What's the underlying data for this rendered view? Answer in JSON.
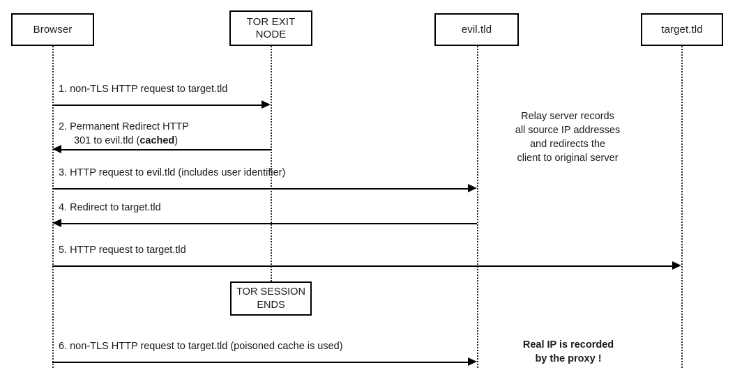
{
  "diagram": {
    "title": "TOR exit node HTTP cache poisoning sequence",
    "type": "sequence-diagram",
    "background_color": "#ffffff",
    "line_color": "#000000",
    "text_color": "#1a1a1a"
  },
  "participants": [
    {
      "id": "browser",
      "label": "Browser",
      "label_line1": "Browser",
      "label_line2": ""
    },
    {
      "id": "tor_exit",
      "label": "TOR EXIT NODE",
      "label_line1": "TOR EXIT",
      "label_line2": "NODE"
    },
    {
      "id": "evil",
      "label": "evil.tld",
      "label_line1": "evil.tld",
      "label_line2": ""
    },
    {
      "id": "target",
      "label": "target.tld",
      "label_line1": "target.tld",
      "label_line2": ""
    }
  ],
  "messages": [
    {
      "number": "1.",
      "text": "1. non-TLS HTTP request to target.tld",
      "from": "browser",
      "to": "tor_exit",
      "direction": "right"
    },
    {
      "number": "2.",
      "text_line1": "2. Permanent Redirect HTTP",
      "text_line2_prefix": "301 to evil.tld (",
      "text_line2_bold": "cached",
      "text_line2_suffix": ")",
      "from": "tor_exit",
      "to": "browser",
      "direction": "left"
    },
    {
      "number": "3.",
      "text": "3. HTTP request to evil.tld (includes user identifier)",
      "from": "browser",
      "to": "evil",
      "direction": "right"
    },
    {
      "number": "4.",
      "text": "4. Redirect to target.tld",
      "from": "evil",
      "to": "browser",
      "direction": "left"
    },
    {
      "number": "5.",
      "text": "5. HTTP request to target.tld",
      "from": "browser",
      "to": "target",
      "direction": "right"
    },
    {
      "number": "6.",
      "text": "6. non-TLS HTTP request to target.tld (poisoned cache is used)",
      "from": "browser",
      "to": "evil",
      "direction": "right"
    }
  ],
  "notes": [
    {
      "id": "relay-note",
      "bold": false,
      "lines": [
        "Relay server records",
        "all source IP addresses",
        "and redirects the",
        "client to original server"
      ]
    },
    {
      "id": "real-ip-note",
      "bold": true,
      "lines": [
        "Real IP is recorded",
        "by the proxy !"
      ]
    }
  ],
  "session_box": {
    "line1": "TOR SESSION",
    "line2": "ENDS"
  }
}
